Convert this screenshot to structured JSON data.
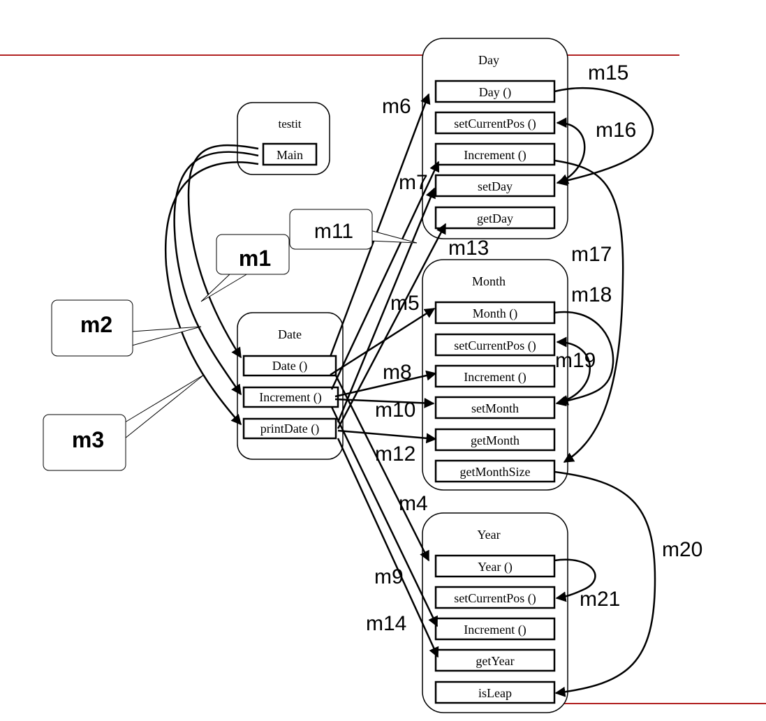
{
  "modules": {
    "testit": {
      "title": "testit",
      "methods": [
        "Main"
      ]
    },
    "date": {
      "title": "Date",
      "methods": [
        "Date ()",
        "Increment ()",
        "printDate ()"
      ]
    },
    "day": {
      "title": "Day",
      "methods": [
        "Day ()",
        "setCurrentPos ()",
        "Increment ()",
        "setDay",
        "getDay"
      ]
    },
    "month": {
      "title": "Month",
      "methods": [
        "Month ()",
        "setCurrentPos ()",
        "Increment ()",
        "setMonth",
        "getMonth",
        "getMonthSize"
      ]
    },
    "year": {
      "title": "Year",
      "methods": [
        "Year ()",
        "setCurrentPos ()",
        "Increment ()",
        "getYear",
        "isLeap"
      ]
    }
  },
  "callouts": {
    "m1": "m1",
    "m2": "m2",
    "m3": "m3",
    "m11": "m11"
  },
  "edge_labels": {
    "m4": "m4",
    "m5": "m5",
    "m6": "m6",
    "m7": "m7",
    "m8": "m8",
    "m9": "m9",
    "m10": "m10",
    "m12": "m12",
    "m13": "m13",
    "m14": "m14",
    "m15": "m15",
    "m16": "m16",
    "m17": "m17",
    "m18": "m18",
    "m19": "m19",
    "m20": "m20",
    "m21": "m21"
  },
  "colors": {
    "rule": "#b22222",
    "ink": "#000000"
  }
}
